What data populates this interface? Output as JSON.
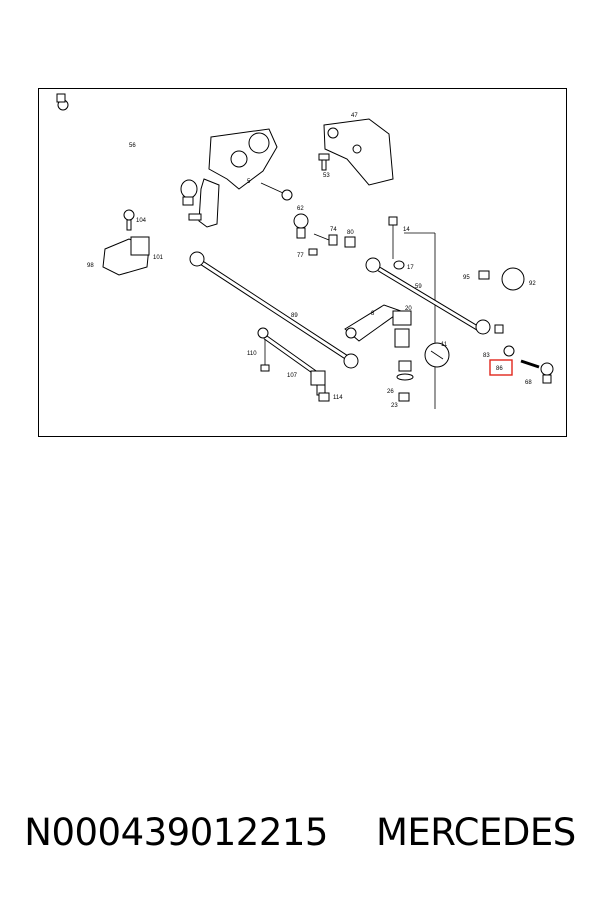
{
  "diagram": {
    "labels": {
      "p56": "56",
      "p47": "47",
      "p53": "53",
      "p5": "5",
      "p104": "104",
      "p98": "98",
      "p101": "101",
      "p62": "62",
      "p74": "74",
      "p80": "80",
      "p77": "77",
      "p14": "14",
      "p17": "17",
      "p95": "95",
      "p92": "92",
      "p59": "59",
      "p89": "89",
      "p8": "8",
      "p20": "20",
      "p11": "11",
      "p83": "83",
      "p86": "86",
      "p68": "68",
      "p110": "110",
      "p107": "107",
      "p114": "114",
      "p26": "26",
      "p23": "23"
    },
    "highlighted_part": "86",
    "highlight_color": "#e0261c"
  },
  "footer": {
    "part_number": "N000439012215",
    "brand": "MERCEDES"
  }
}
